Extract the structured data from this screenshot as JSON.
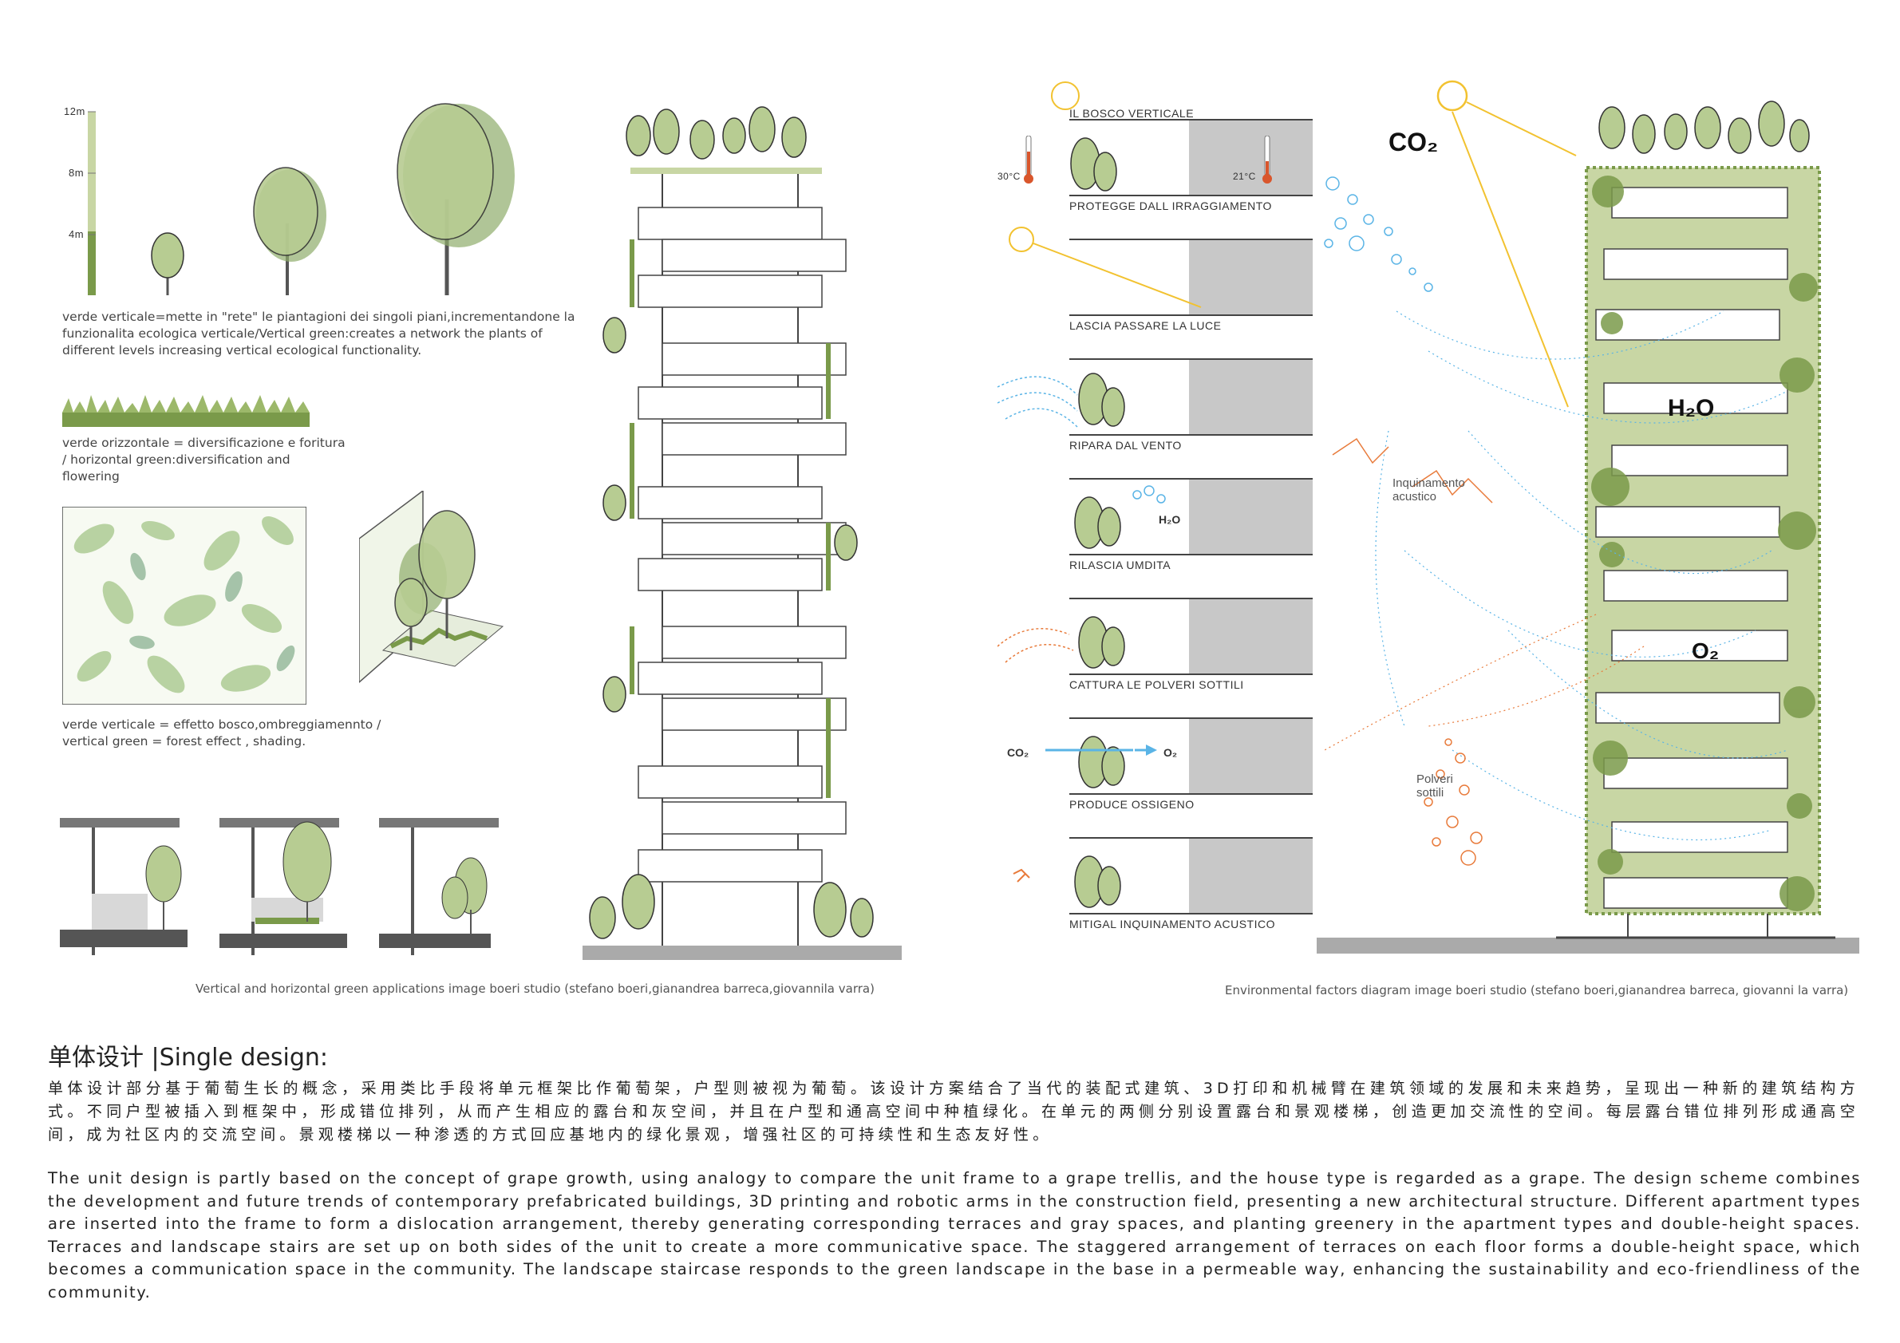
{
  "scale": {
    "top": "12m",
    "mid": "8m",
    "low": "4m"
  },
  "left_notes": {
    "vertical_network": "verde verticale=mette in \"rete\" le piantagioni dei singoli piani,incrementandone la funzionalita ecologica verticale/Vertical green:creates a network the plants of different levels increasing vertical ecological functionality.",
    "horizontal": "verde orizzontale = diversificazione e foritura / horizontal green:diversification and flowering",
    "forest": "verde verticale = effetto bosco,ombreggiamennto / vertical green = forest effect , shading."
  },
  "captions": {
    "left": "Vertical and horizontal green applications image boeri studio (stefano boeri,gianandrea barreca,giovannila varra)",
    "right": "Environmental factors diagram image boeri studio (stefano boeri,gianandrea barreca, giovanni la varra)"
  },
  "env_panels": [
    "IL BOSCO VERTICALE",
    "PROTEGGE DALL IRRAGGIAMENTO",
    "LASCIA PASSARE LA LUCE",
    "RIPARA DAL VENTO",
    "RILASCIA UMDITA",
    "CATTURA LE POLVERI SOTTILI",
    "PRODUCE OSSIGENO",
    "MITIGAL INQUINAMENTO ACUSTICO"
  ],
  "temps": {
    "hot": "30°C",
    "cool": "21°C"
  },
  "small_chem": {
    "h2o": "H₂O",
    "co2": "CO₂",
    "o2": "O₂"
  },
  "big_diagram": {
    "co2": "CO₂",
    "h2o": "H₂O",
    "o2": "O₂",
    "noise": "Inquinamento acustico",
    "dust": "Polveri sottili"
  },
  "section": {
    "title": "单体设计 |Single design:",
    "cn": "单体设计部分基于葡萄生长的概念，采用类比手段将单元框架比作葡萄架，户型则被视为葡萄。该设计方案结合了当代的装配式建筑、3D打印和机械臂在建筑领域的发展和未来趋势，呈现出一种新的建筑结构方式。不同户型被插入到框架中，形成错位排列，从而产生相应的露台和灰空间，并且在户型和通高空间中种植绿化。在单元的两侧分别设置露台和景观楼梯，创造更加交流性的空间。每层露台错位排列形成通高空间，成为社区内的交流空间。景观楼梯以一种渗透的方式回应基地内的绿化景观，增强社区的可持续性和生态友好性。",
    "en": "The unit design is partly based on the concept of grape growth, using analogy to compare the unit frame to a grape trellis, and the house type is regarded as a grape. The design scheme combines the development and future trends of contemporary prefabricated buildings, 3D printing and robotic arms in the construction field, presenting a new architectural structure. Different apartment types are inserted into the frame to form a dislocation arrangement, thereby generating corresponding terraces and gray spaces, and planting greenery in the apartment types and double-height spaces. Terraces and landscape stairs are set up on both sides of the unit to create a more communicative space. The staggered arrangement of terraces on each floor forms a double-height space, which becomes a communication space in the community. The landscape staircase responds to the green landscape in the base in a permeable way, enhancing the sustainability and eco-friendliness of the community."
  },
  "colors": {
    "green": "#7a9a4a",
    "light_green": "#c8d6a4",
    "grey": "#c8c8c8",
    "blue": "#5ab4e6",
    "orange": "#e87a3a",
    "sun": "#f2c230"
  }
}
